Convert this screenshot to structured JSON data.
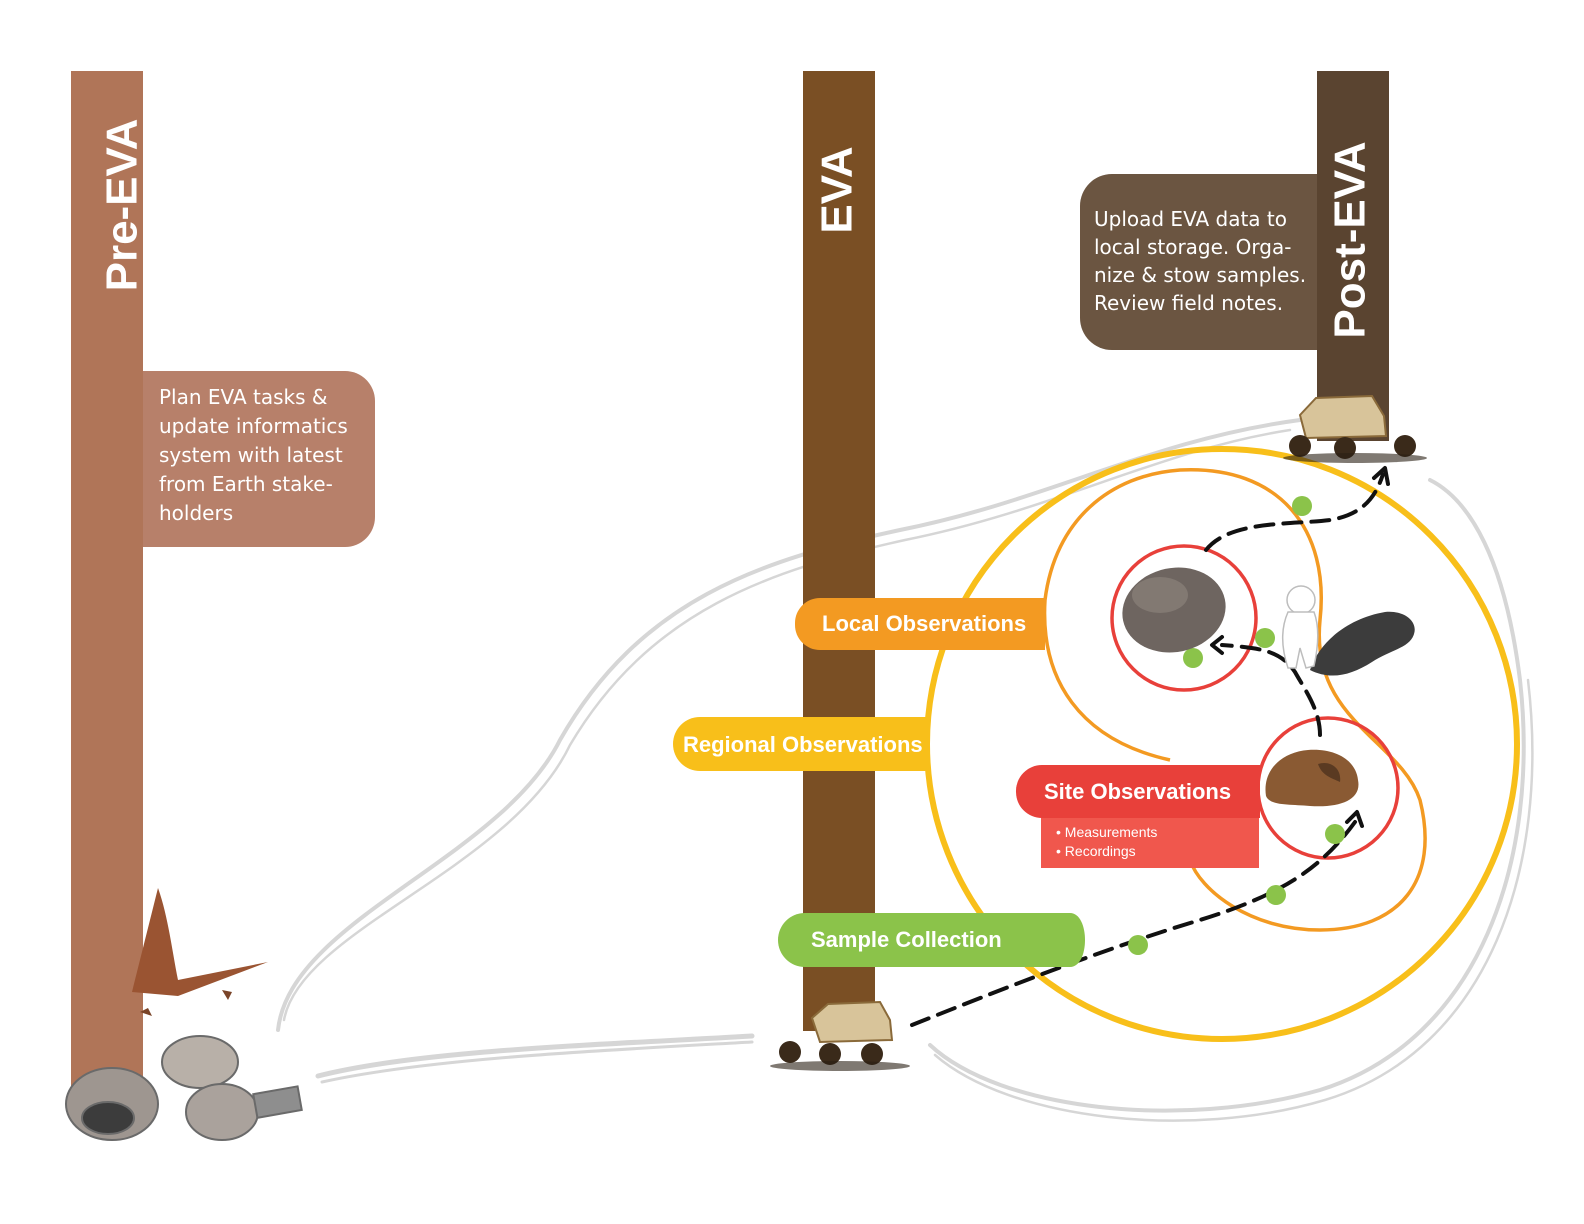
{
  "phases": {
    "pre_eva": {
      "label": "Pre-EVA",
      "color": "#b07558"
    },
    "eva": {
      "label": "EVA",
      "color": "#7a4f24"
    },
    "post_eva": {
      "label": "Post-EVA",
      "color": "#5a4430"
    }
  },
  "notes": {
    "pre_eva_lines": [
      "Plan EVA tasks &",
      "update informatics",
      "system with latest",
      "from Earth stake-",
      "holders"
    ],
    "post_eva_lines": [
      "Upload EVA data to",
      "local storage.  Orga-",
      "nize & stow samples.",
      "Review field notes."
    ],
    "pre_eva_color": "#b7806a",
    "post_eva_color": "#6b5541"
  },
  "observations": {
    "local": {
      "label": "Local Observations",
      "color": "#f39a22"
    },
    "regional": {
      "label": "Regional Observations",
      "color": "#f8bf1a"
    },
    "site": {
      "label": "Site Observations",
      "color": "#e8403a",
      "bullets": [
        "Measurements",
        "Recordings"
      ],
      "bullet_bg": "#f0574d"
    },
    "sample": {
      "label": "Sample Collection",
      "color": "#8bc34a"
    }
  },
  "accents": {
    "dot": "#8bc34a",
    "path": "#111111",
    "trail": "#d6d6d6"
  }
}
